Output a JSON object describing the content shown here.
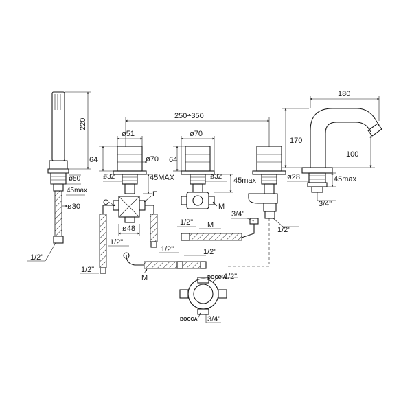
{
  "diagram": {
    "shower_handle": {
      "height": "220",
      "diameter_base": "ø50",
      "max_depth": "45max",
      "hose_diameter": "ø30",
      "connection": "1/2\""
    },
    "spacing": "250÷350",
    "left_valve": {
      "diameter_top": "ø51",
      "diameter_rosette": "ø70",
      "height": "64",
      "diameter_shank": "ø32",
      "max_depth": "45MAX",
      "cold_label": "C",
      "hot_label": "F",
      "diameter_body": "ø48",
      "outlet_1": "1/2\"",
      "outlet_2": "1/2\""
    },
    "center_valve": {
      "diameter_top": "ø70",
      "height": "64",
      "diameter_shank": "ø32",
      "max_depth": "45max",
      "m_label": "M"
    },
    "right_valve": {
      "connection_top": "3/4\"",
      "connection_bottom": "1/2\"",
      "hose_connection": "1/2\"",
      "m_label": "M"
    },
    "spout": {
      "width": "180",
      "height": "170",
      "outlet_height": "100",
      "diameter_shank": "ø28",
      "max_depth": "45max",
      "connection": "3/4\""
    },
    "bottom_hoses": {
      "left_connection": "1/2\"",
      "right_connection": "1/2\"",
      "m_label": "M"
    },
    "diverter": {
      "shower_label": "DOCCIA",
      "shower_connection": "1/2\"",
      "spout_label": "BOCCA",
      "spout_connection": "3/4\""
    }
  }
}
